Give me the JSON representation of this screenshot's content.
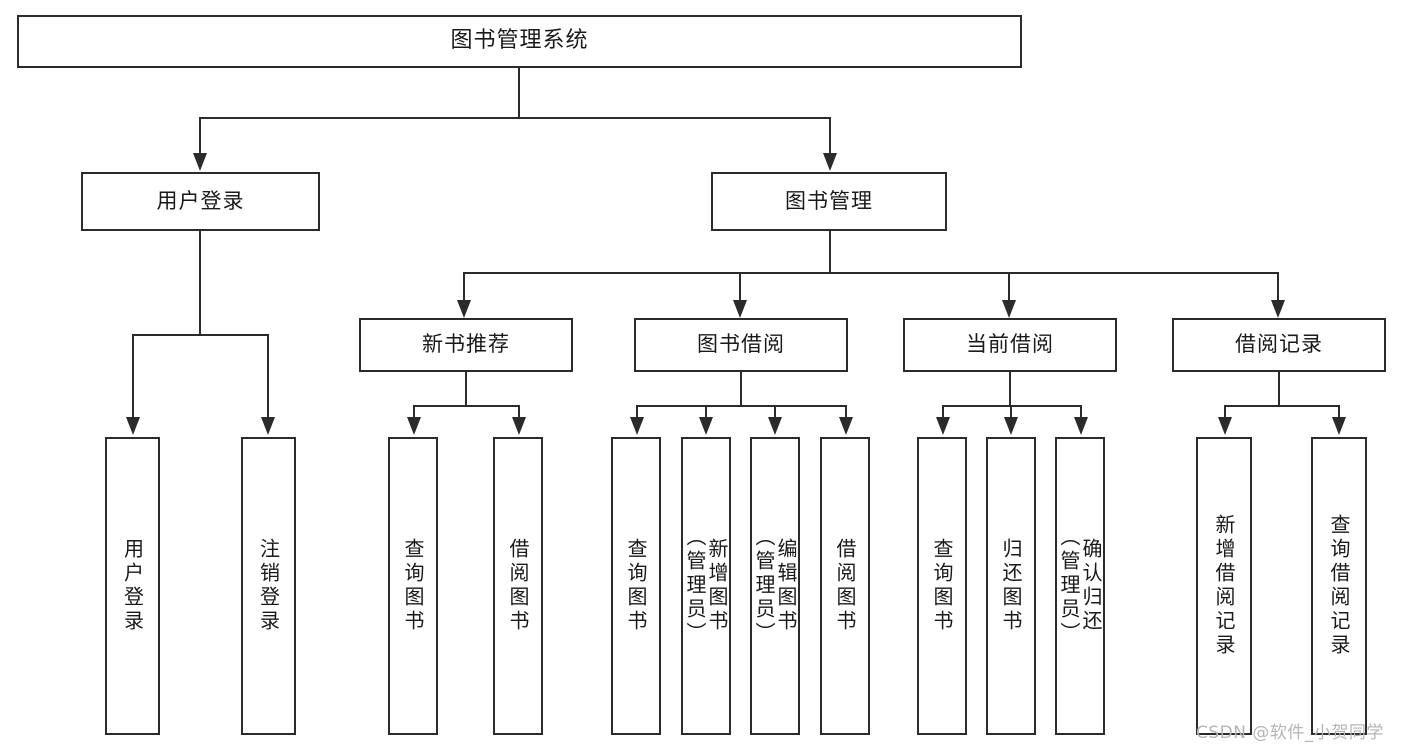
{
  "diagram": {
    "type": "tree",
    "title": "图书管理系统",
    "watermark": "CSDN @软件_小贺同学",
    "levels": {
      "root": {
        "label": "图书管理系统"
      },
      "level2": [
        {
          "id": "user-login",
          "label": "用户登录"
        },
        {
          "id": "book-manage",
          "label": "图书管理"
        }
      ],
      "level3": [
        {
          "id": "new-book-rec",
          "label": "新书推荐"
        },
        {
          "id": "book-borrow",
          "label": "图书借阅"
        },
        {
          "id": "current-borrow",
          "label": "当前借阅"
        },
        {
          "id": "borrow-record",
          "label": "借阅记录"
        }
      ],
      "leaves": [
        {
          "id": "leaf-user-login",
          "label": "用户登录",
          "parent": "user-login"
        },
        {
          "id": "leaf-logout",
          "label": "注销登录",
          "parent": "user-login"
        },
        {
          "id": "leaf-query-book-1",
          "label": "查询图书",
          "parent": "new-book-rec"
        },
        {
          "id": "leaf-borrow-book-1",
          "label": "借阅图书",
          "parent": "new-book-rec"
        },
        {
          "id": "leaf-query-book-2",
          "label": "查询图书",
          "parent": "book-borrow"
        },
        {
          "id": "leaf-add-book",
          "label": "新增图书\n（管理员）",
          "parent": "book-borrow"
        },
        {
          "id": "leaf-edit-book",
          "label": "编辑图书\n（管理员）",
          "parent": "book-borrow"
        },
        {
          "id": "leaf-borrow-book-2",
          "label": "借阅图书",
          "parent": "book-borrow"
        },
        {
          "id": "leaf-query-book-3",
          "label": "查询图书",
          "parent": "current-borrow"
        },
        {
          "id": "leaf-return-book",
          "label": "归还图书",
          "parent": "current-borrow"
        },
        {
          "id": "leaf-confirm-return",
          "label": "确认归还\n（管理员）",
          "parent": "current-borrow"
        },
        {
          "id": "leaf-add-record",
          "label": "新增借阅记录",
          "parent": "borrow-record"
        },
        {
          "id": "leaf-query-record",
          "label": "查询借阅记录",
          "parent": "borrow-record"
        }
      ]
    }
  }
}
